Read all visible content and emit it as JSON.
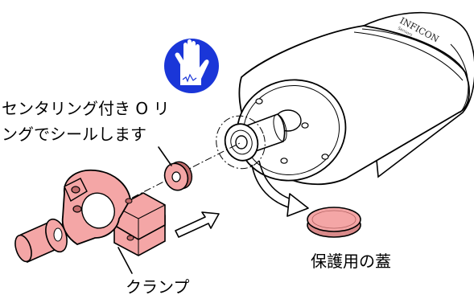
{
  "labels": {
    "centering_oring_line1": "センタリング付き O リ",
    "centering_oring_line2": "ングでシールします",
    "protective_cap": "保護用の蓋",
    "clamp": "クランプ"
  },
  "logo": {
    "brand": "INFICON",
    "subtext": "Sensors"
  },
  "icons": {
    "safety_sign": "protective-glove-icon"
  },
  "colors": {
    "part_fill": "#f4a6a6",
    "part_dark": "#c06b6b",
    "sign_blue": "#1a36d8",
    "device_body": "#ffffff",
    "outline": "#000000"
  }
}
